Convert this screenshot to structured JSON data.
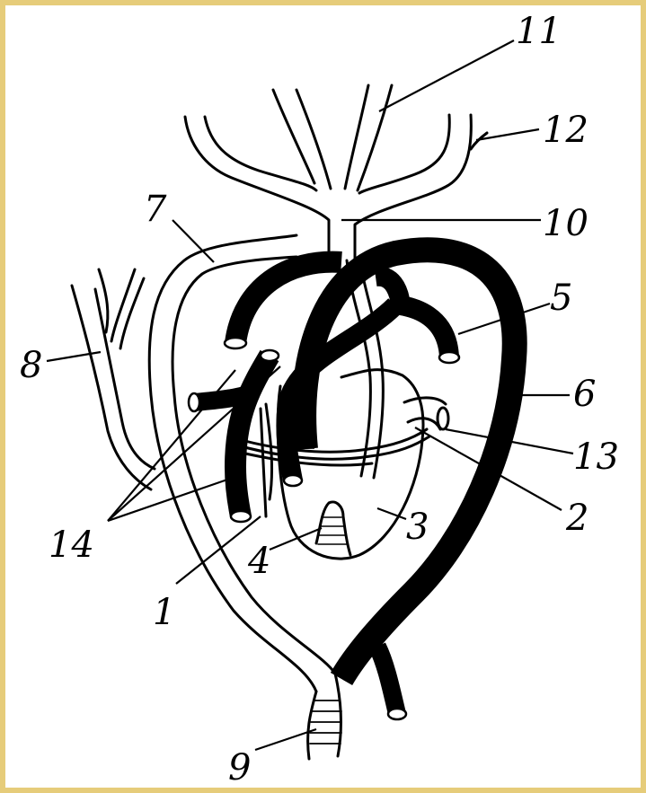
{
  "figure": {
    "labels": [
      {
        "id": "1",
        "text": "1"
      },
      {
        "id": "2",
        "text": "2"
      },
      {
        "id": "3",
        "text": "3"
      },
      {
        "id": "4",
        "text": "4"
      },
      {
        "id": "5",
        "text": "5"
      },
      {
        "id": "6",
        "text": "6"
      },
      {
        "id": "7",
        "text": "7"
      },
      {
        "id": "8",
        "text": "8"
      },
      {
        "id": "9",
        "text": "9"
      },
      {
        "id": "10",
        "text": "10"
      },
      {
        "id": "11",
        "text": "11"
      },
      {
        "id": "12",
        "text": "12"
      },
      {
        "id": "13",
        "text": "13"
      },
      {
        "id": "14",
        "text": "14"
      }
    ],
    "colors": {
      "outline": "#000000",
      "fill_light": "#ffffff",
      "fill_dark": "#000000",
      "frame_border": "#e6cc7a"
    }
  }
}
